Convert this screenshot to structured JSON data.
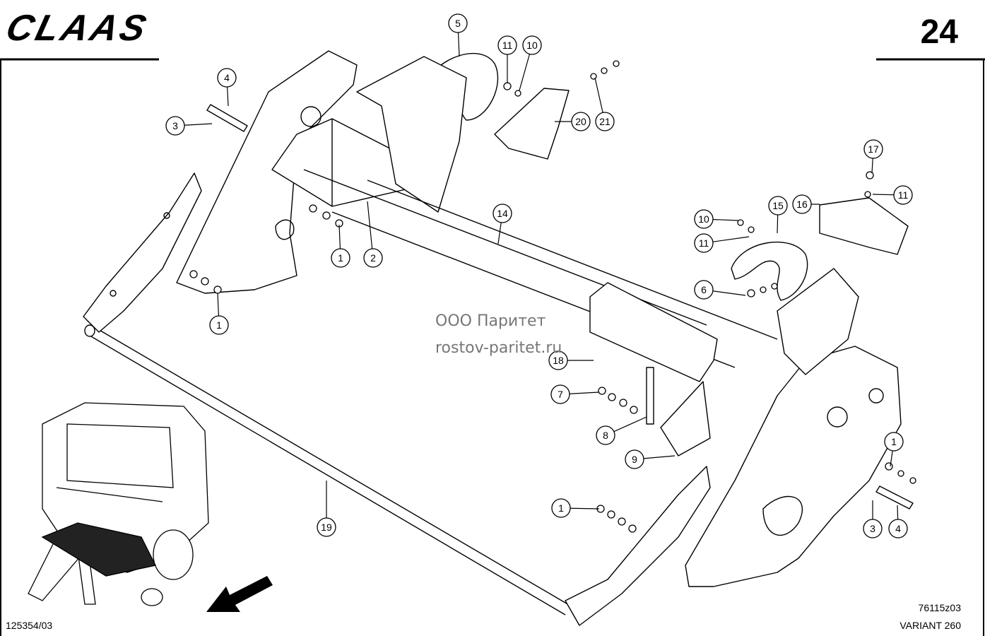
{
  "header": {
    "brand": "CLAAS",
    "page_number": "24"
  },
  "watermark": {
    "line1": "ООО Паритет",
    "line2": "rostov-paritet.ru"
  },
  "footer": {
    "doc_number": "125354/03",
    "drawing_code": "76115z03",
    "model": "VARIANT 260"
  },
  "callouts": [
    {
      "id": "c5",
      "label": "5"
    },
    {
      "id": "c11a",
      "label": "11"
    },
    {
      "id": "c10a",
      "label": "10"
    },
    {
      "id": "c4a",
      "label": "4"
    },
    {
      "id": "c3a",
      "label": "3"
    },
    {
      "id": "c20",
      "label": "20"
    },
    {
      "id": "c21",
      "label": "21"
    },
    {
      "id": "c1a",
      "label": "1"
    },
    {
      "id": "c2",
      "label": "2"
    },
    {
      "id": "c14",
      "label": "14"
    },
    {
      "id": "c1b",
      "label": "1"
    },
    {
      "id": "c17",
      "label": "17"
    },
    {
      "id": "c11b",
      "label": "11"
    },
    {
      "id": "c16",
      "label": "16"
    },
    {
      "id": "c15",
      "label": "15"
    },
    {
      "id": "c10b",
      "label": "10"
    },
    {
      "id": "c11c",
      "label": "11"
    },
    {
      "id": "c6",
      "label": "6"
    },
    {
      "id": "c18",
      "label": "18"
    },
    {
      "id": "c7",
      "label": "7"
    },
    {
      "id": "c8",
      "label": "8"
    },
    {
      "id": "c9",
      "label": "9"
    },
    {
      "id": "c1c",
      "label": "1"
    },
    {
      "id": "c19",
      "label": "19"
    },
    {
      "id": "c1d",
      "label": "1"
    },
    {
      "id": "c3b",
      "label": "3"
    },
    {
      "id": "c4b",
      "label": "4"
    }
  ]
}
